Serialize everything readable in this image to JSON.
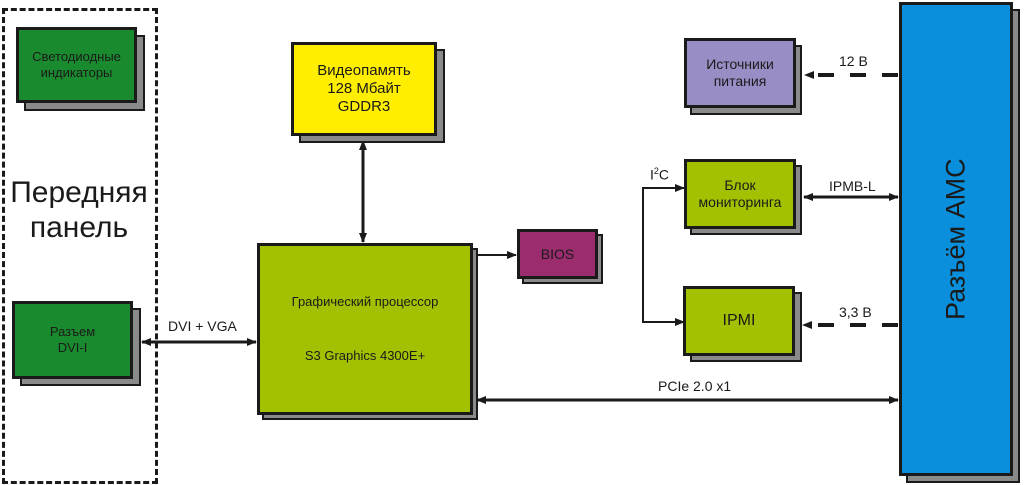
{
  "colors": {
    "dark_green": "#1a8a2e",
    "lime": "#a3c100",
    "yellow": "#ffee00",
    "magenta": "#9b2d6e",
    "lavender": "#9a8cc4",
    "blue": "#0a8fdc",
    "shadow": "#8a8a8a",
    "line": "#1a1a1a"
  },
  "front_panel": {
    "title_line1": "Передняя",
    "title_line2": "панель",
    "leds": {
      "line1": "Светодиодные",
      "line2": "индикаторы"
    },
    "dvi_connector": {
      "line1": "Разъем",
      "line2": "DVI-I"
    }
  },
  "video_memory": {
    "line1": "Видеопамять",
    "line2": "128 Мбайт",
    "line3": "GDDR3"
  },
  "gpu": {
    "line1": "Графический процессор",
    "line2": "S3 Graphics 4300E+"
  },
  "bios": {
    "label": "BIOS"
  },
  "power": {
    "line1": "Источники",
    "line2": "питания"
  },
  "monitor": {
    "line1": "Блок",
    "line2": "мониторинга"
  },
  "ipmi": {
    "label": "IPMI"
  },
  "amc": {
    "label": "Разъём AMC"
  },
  "links": {
    "dvi_vga": "DVI + VGA",
    "v12": "12 В",
    "i2c_main": "I",
    "i2c_sup": "2",
    "i2c_end": "C",
    "ipmb": "IPMB-L",
    "v33": "3,3 В",
    "pcie": "PCIe 2.0 x1"
  }
}
